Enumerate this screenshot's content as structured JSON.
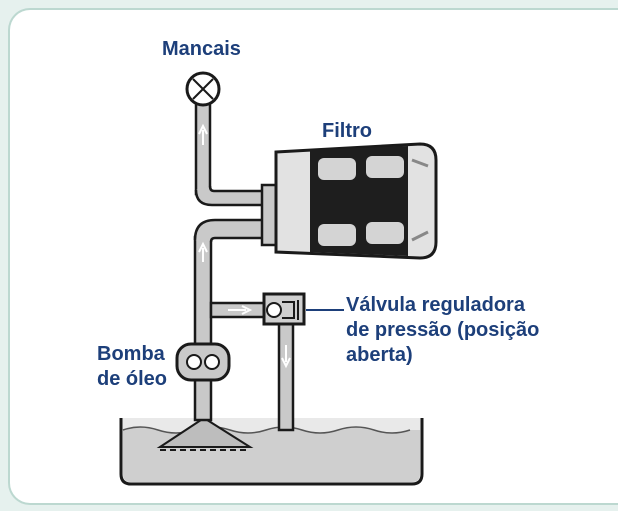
{
  "labels": {
    "bearings": "Mancais",
    "filter": "Filtro",
    "valve_line1": "Válvula reguladora",
    "valve_line2": "de pressão (posição",
    "valve_line3": "aberta)",
    "pump_line1": "Bomba",
    "pump_line2": "de óleo"
  },
  "colors": {
    "label_text": "#1d3f7a",
    "frame_border": "#bcd8d0",
    "frame_background": "#e6f1ee",
    "pipe_fill": "#c9c9c9",
    "outline": "#1a1a1a",
    "oil": "#cfcfcf"
  },
  "icons": {
    "bearings": "bearing-gauge-icon",
    "filter": "oil-filter-icon",
    "valve": "pressure-valve-icon",
    "pump": "oil-pump-icon",
    "sump": "oil-pan-icon"
  }
}
